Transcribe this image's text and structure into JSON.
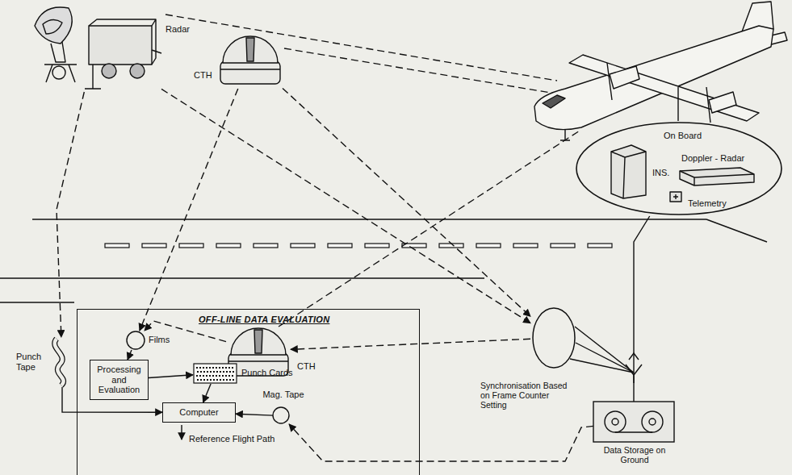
{
  "diagram": {
    "nodes": [
      {
        "text": [
          "Radar"
        ]
      },
      {
        "text": [
          "CTH"
        ]
      },
      {
        "text": [
          "CTH"
        ]
      },
      {
        "text": [
          "On Board",
          "INS.",
          "Doppler - Radar",
          "Telemetry"
        ]
      },
      {
        "text": [
          "Synchronisation Based on Frame Counter Setting"
        ]
      },
      {
        "text": [
          "Data Storage on Ground"
        ]
      },
      {
        "text": [
          "OFF-LINE DATA EVALUATION"
        ]
      },
      {
        "text": [
          "Films"
        ],
        "in": 6
      },
      {
        "text": [
          "Processing and Evaluation"
        ],
        "in": 6
      },
      {
        "text": [
          "Punch Cards"
        ],
        "in": 6
      },
      {
        "text": [
          "Computer"
        ],
        "in": 6
      },
      {
        "text": [
          "Mag. Tape"
        ],
        "in": 6
      },
      {
        "text": [
          "Punch Tape"
        ]
      }
    ],
    "edges": [
      {
        "from": 0,
        "to": 12,
        "arrow": "to"
      },
      {
        "from": 0,
        "to": 4,
        "arrow": "to"
      },
      {
        "from": 1,
        "to": 7,
        "arrow": "to"
      },
      {
        "from": 2,
        "to": 7,
        "arrow": "to"
      },
      {
        "from": 1,
        "to": 4,
        "arrow": "to"
      },
      {
        "from": 4,
        "to": 2,
        "arrow": "to"
      },
      {
        "from": 5,
        "to": 11,
        "arrow": "to"
      },
      {
        "from": 7,
        "to": 8,
        "arrow": "to"
      },
      {
        "from": 8,
        "to": 9,
        "arrow": "to"
      },
      {
        "from": 9,
        "to": 10,
        "arrow": "to"
      },
      {
        "from": 12,
        "to": 10,
        "arrow": "to"
      },
      {
        "from": 11,
        "to": 10,
        "arrow": "to"
      },
      {
        "from": 3,
        "to": 5,
        "arrow": "none"
      }
    ],
    "labels": [
      "Reference Flight Path"
    ]
  }
}
